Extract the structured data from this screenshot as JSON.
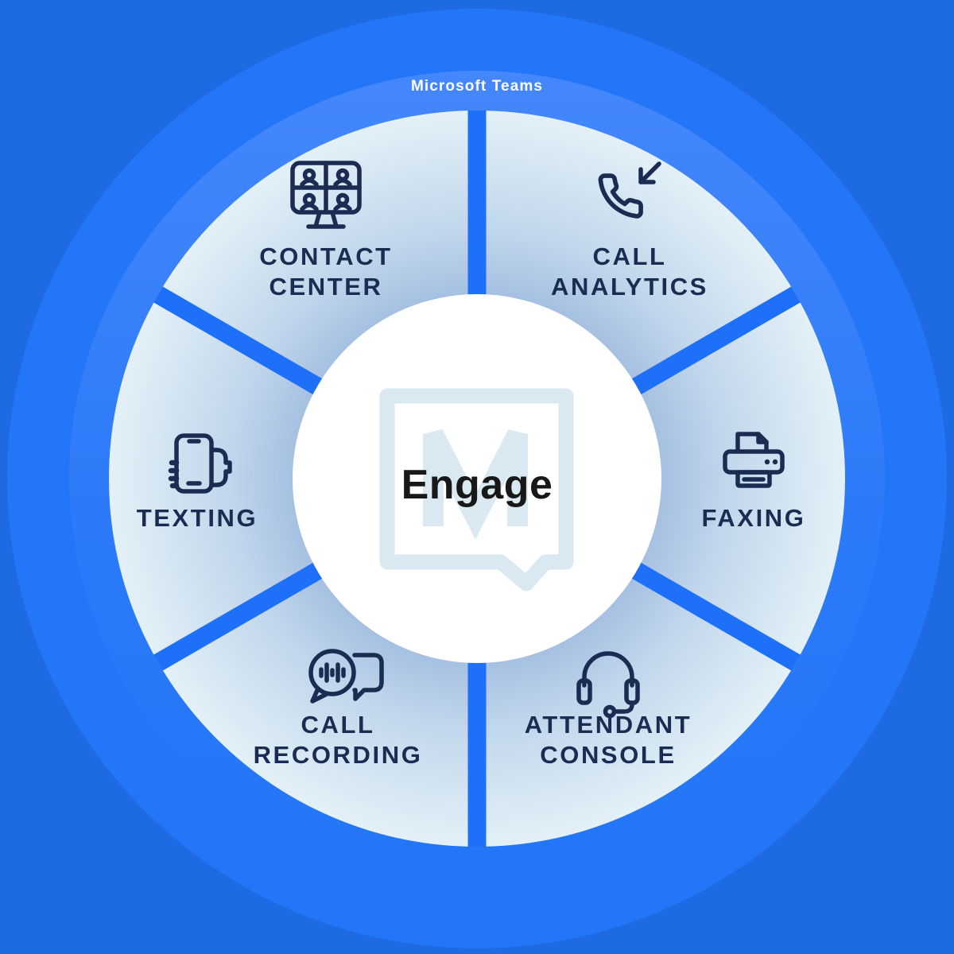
{
  "diagram": {
    "platform_label": "Microsoft Teams",
    "center": {
      "title": "Engage",
      "logo": "m-speech-bubble-watermark"
    },
    "segments": [
      {
        "id": "contact-center",
        "position": "top-left",
        "icon": "video-conference-grid-icon",
        "label_lines": [
          "CONTACT",
          "CENTER"
        ]
      },
      {
        "id": "call-analytics",
        "position": "top-right",
        "icon": "incoming-call-icon",
        "label_lines": [
          "CALL",
          "ANALYTICS"
        ]
      },
      {
        "id": "faxing",
        "position": "right",
        "icon": "fax-machine-icon",
        "label_lines": [
          "FAXING"
        ]
      },
      {
        "id": "attendant-console",
        "position": "bottom-right",
        "icon": "headset-icon",
        "label_lines": [
          "ATTENDANT",
          "CONSOLE"
        ]
      },
      {
        "id": "call-recording",
        "position": "bottom-left",
        "icon": "voice-recording-bubble-icon",
        "label_lines": [
          "CALL",
          "RECORDING"
        ]
      },
      {
        "id": "texting",
        "position": "left",
        "icon": "hand-holding-phone-icon",
        "label_lines": [
          "TEXTING"
        ]
      }
    ],
    "colors": {
      "background": "#1d6ae2",
      "outer_circle": "#2376f8",
      "ring_highlight_top": "#4587fc",
      "divider": "#1f70f8",
      "segment_inner": "#a6c0e2",
      "segment_mid": "#c2d7ec",
      "segment_outer": "#e3f0f7",
      "center_circle": "#ffffff",
      "watermark": "#d9e8f1",
      "icon_navy": "#1b2c52",
      "title_text": "#181818",
      "platform_text": "#ffffff"
    }
  }
}
